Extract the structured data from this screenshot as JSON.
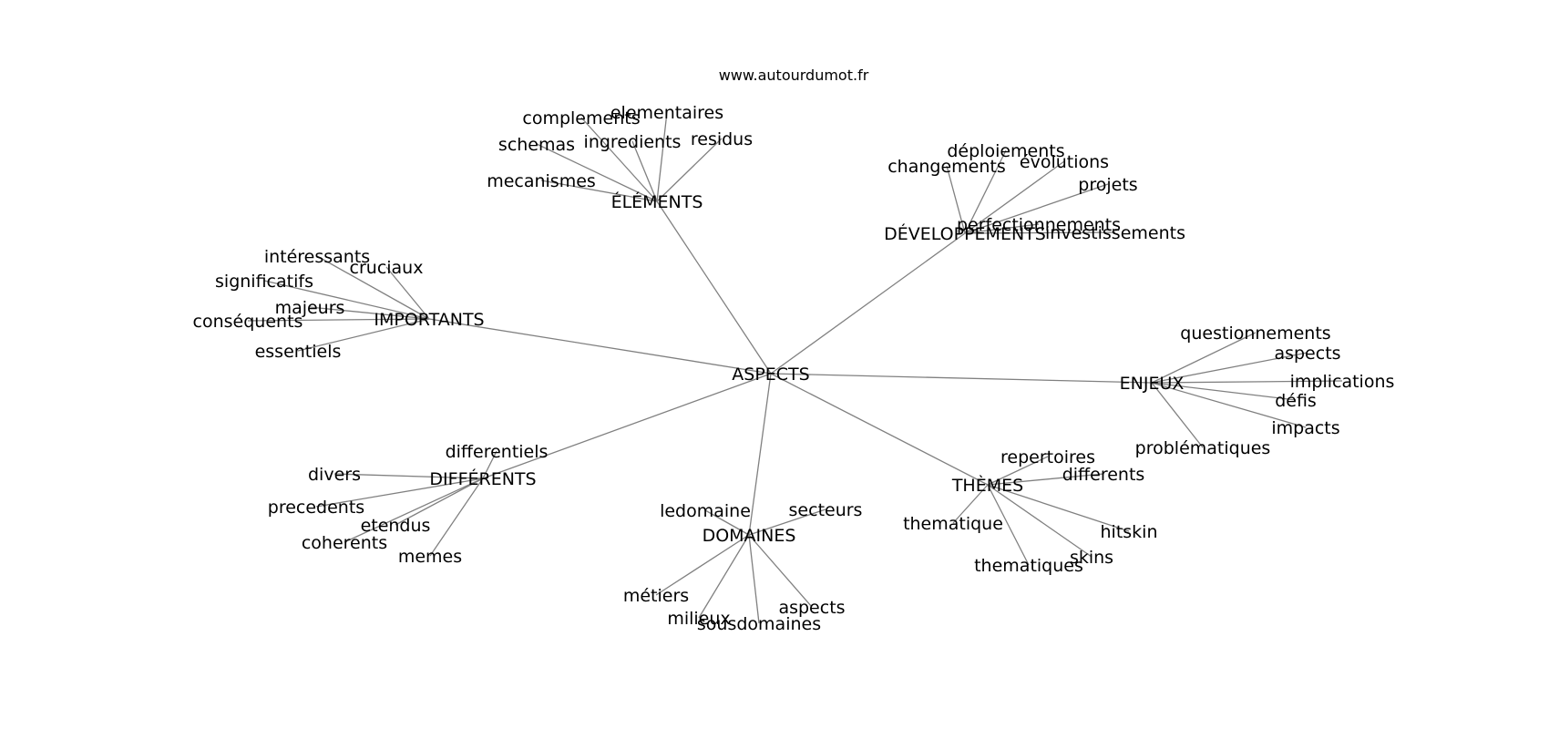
{
  "site": "www.autourdumot.fr",
  "center": "ASPECTS",
  "clusters": [
    {
      "name": "ÉLÉMENTS",
      "children": [
        "complements",
        "elementaires",
        "schemas",
        "ingredients",
        "residus",
        "mecanismes"
      ]
    },
    {
      "name": "DÉVELOPPEMENTS",
      "children": [
        "changements",
        "déploiements",
        "évolutions",
        "projets",
        "perfectionnements",
        "investissements"
      ]
    },
    {
      "name": "IMPORTANTS",
      "children": [
        "intéressants",
        "cruciaux",
        "significatifs",
        "majeurs",
        "conséquents",
        "essentiels"
      ]
    },
    {
      "name": "ENJEUX",
      "children": [
        "questionnements",
        "aspects",
        "implications",
        "défis",
        "impacts",
        "problématiques"
      ]
    },
    {
      "name": "DIFFÉRENTS",
      "children": [
        "differentiels",
        "divers",
        "precedents",
        "etendus",
        "coherents",
        "memes"
      ]
    },
    {
      "name": "DOMAINES",
      "children": [
        "ledomaine",
        "secteurs",
        "métiers",
        "milieux",
        "sousdomaines",
        "aspects"
      ]
    },
    {
      "name": "THÈMES",
      "children": [
        "repertoires",
        "differents",
        "thematique",
        "hitskin",
        "thematiques",
        "skins"
      ]
    }
  ]
}
